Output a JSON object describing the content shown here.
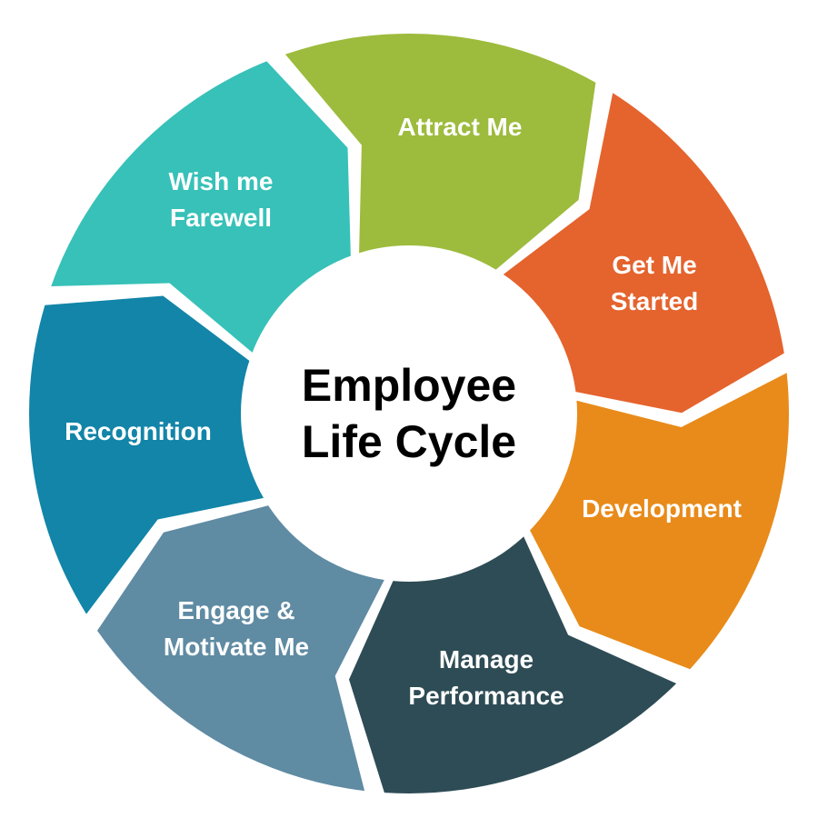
{
  "title": {
    "line1": "Employee",
    "line2": "Life Cycle"
  },
  "segments": [
    {
      "label": "Attract Me",
      "color": "#9dbb3d"
    },
    {
      "label": "Get Me\nStarted",
      "color": "#e5632d"
    },
    {
      "label": "Development",
      "color": "#e88b1a"
    },
    {
      "label": "Manage\nPerformance",
      "color": "#2e4c55"
    },
    {
      "label": "Engage &\nMotivate Me",
      "color": "#5f8ba3"
    },
    {
      "label": "Recognition",
      "color": "#1285a8"
    },
    {
      "label": "Wish me\nFarewell",
      "color": "#37c1b8"
    }
  ]
}
